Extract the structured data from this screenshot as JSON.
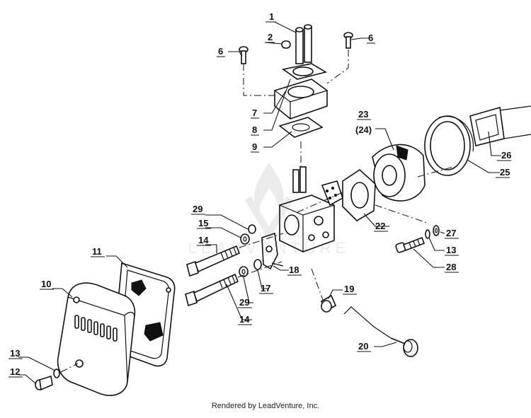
{
  "diagram": {
    "labels": [
      "1",
      "2",
      "6",
      "6",
      "7",
      "8",
      "9",
      "23",
      "(24)",
      "26",
      "25",
      "22",
      "29",
      "15",
      "14",
      "27",
      "13",
      "28",
      "11",
      "10",
      "18",
      "17",
      "29",
      "14",
      "19",
      "20",
      "13",
      "12"
    ]
  },
  "watermark": {
    "text": "LEADVENTURE"
  },
  "footer": {
    "text": "Rendered by LeadVenture, Inc."
  }
}
